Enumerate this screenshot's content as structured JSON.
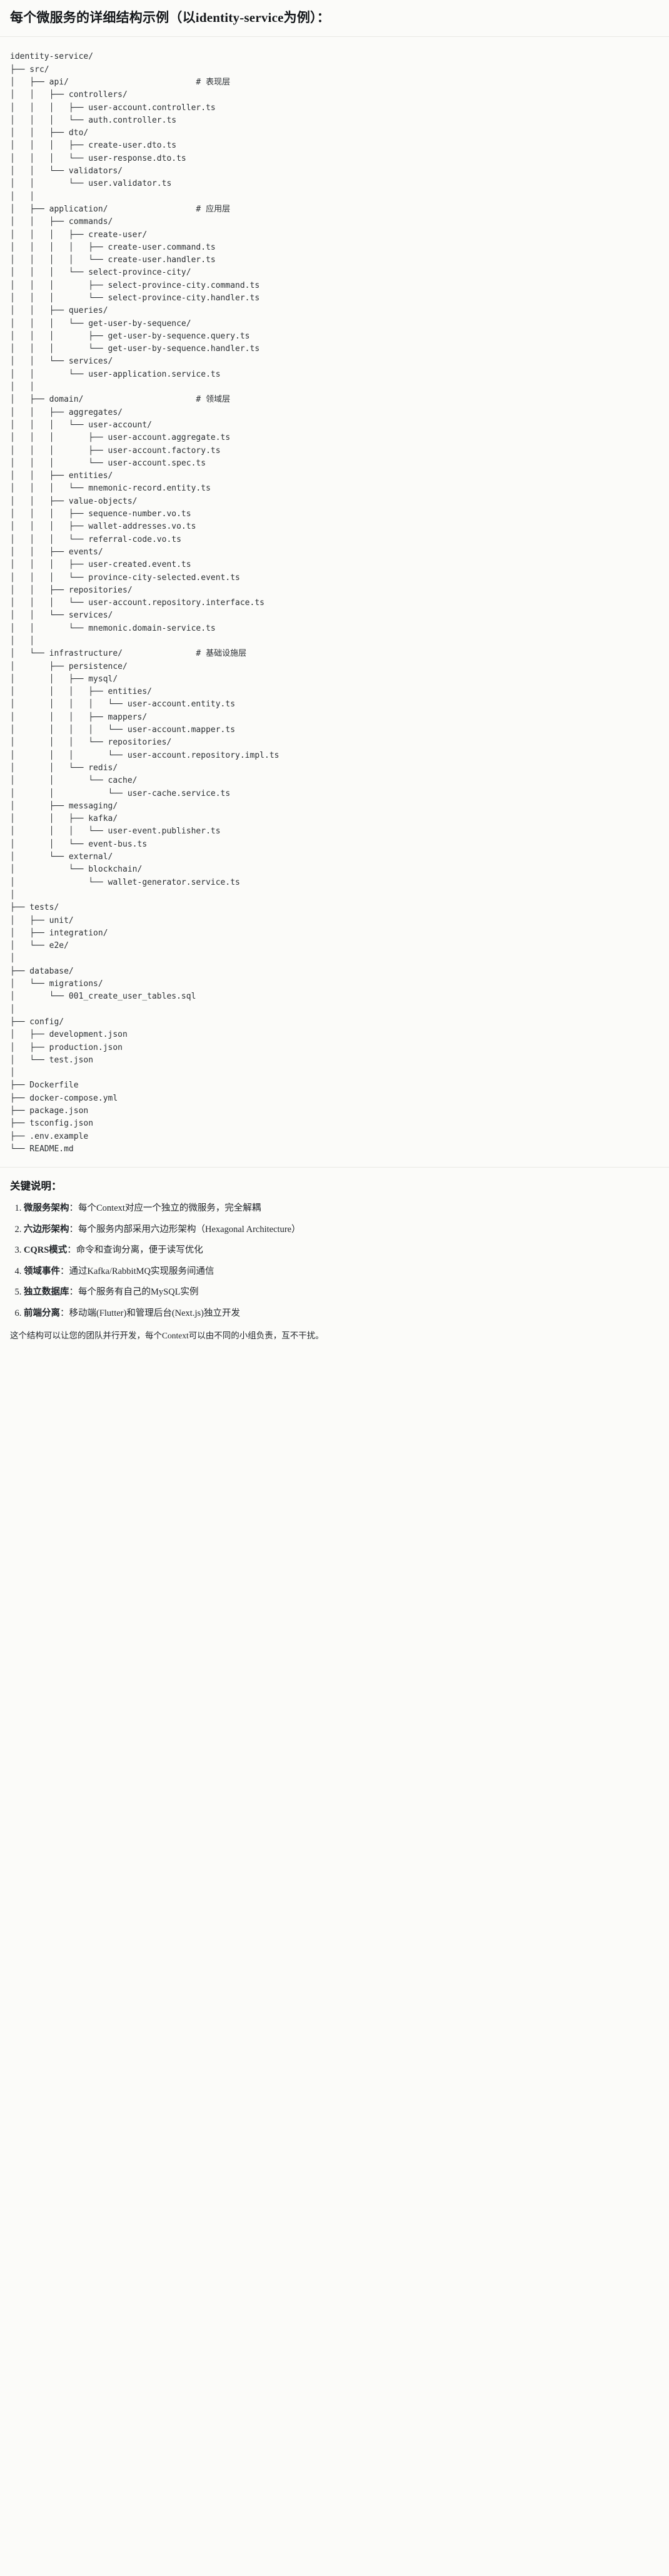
{
  "header": {
    "title": "每个微服务的详细结构示例（以identity-service为例）："
  },
  "tree": {
    "text": "identity-service/\n├── src/\n│   ├── api/                          # 表现层\n│   │   ├── controllers/\n│   │   │   ├── user-account.controller.ts\n│   │   │   └── auth.controller.ts\n│   │   ├── dto/\n│   │   │   ├── create-user.dto.ts\n│   │   │   └── user-response.dto.ts\n│   │   └── validators/\n│   │       └── user.validator.ts\n│   │\n│   ├── application/                  # 应用层\n│   │   ├── commands/\n│   │   │   ├── create-user/\n│   │   │   │   ├── create-user.command.ts\n│   │   │   │   └── create-user.handler.ts\n│   │   │   └── select-province-city/\n│   │   │       ├── select-province-city.command.ts\n│   │   │       └── select-province-city.handler.ts\n│   │   ├── queries/\n│   │   │   └── get-user-by-sequence/\n│   │   │       ├── get-user-by-sequence.query.ts\n│   │   │       └── get-user-by-sequence.handler.ts\n│   │   └── services/\n│   │       └── user-application.service.ts\n│   │\n│   ├── domain/                       # 领域层\n│   │   ├── aggregates/\n│   │   │   └── user-account/\n│   │   │       ├── user-account.aggregate.ts\n│   │   │       ├── user-account.factory.ts\n│   │   │       └── user-account.spec.ts\n│   │   ├── entities/\n│   │   │   └── mnemonic-record.entity.ts\n│   │   ├── value-objects/\n│   │   │   ├── sequence-number.vo.ts\n│   │   │   ├── wallet-addresses.vo.ts\n│   │   │   └── referral-code.vo.ts\n│   │   ├── events/\n│   │   │   ├── user-created.event.ts\n│   │   │   └── province-city-selected.event.ts\n│   │   ├── repositories/\n│   │   │   └── user-account.repository.interface.ts\n│   │   └── services/\n│   │       └── mnemonic.domain-service.ts\n│   │\n│   └── infrastructure/               # 基础设施层\n│       ├── persistence/\n│       │   ├── mysql/\n│       │   │   ├── entities/\n│       │   │   │   └── user-account.entity.ts\n│       │   │   ├── mappers/\n│       │   │   │   └── user-account.mapper.ts\n│       │   │   └── repositories/\n│       │   │       └── user-account.repository.impl.ts\n│       │   └── redis/\n│       │       └── cache/\n│       │           └── user-cache.service.ts\n│       ├── messaging/\n│       │   ├── kafka/\n│       │   │   └── user-event.publisher.ts\n│       │   └── event-bus.ts\n│       └── external/\n│           └── blockchain/\n│               └── wallet-generator.service.ts\n│\n├── tests/\n│   ├── unit/\n│   ├── integration/\n│   └── e2e/\n│\n├── database/\n│   └── migrations/\n│       └── 001_create_user_tables.sql\n│\n├── config/\n│   ├── development.json\n│   ├── production.json\n│   └── test.json\n│\n├── Dockerfile\n├── docker-compose.yml\n├── package.json\n├── tsconfig.json\n├── .env.example\n└── README.md"
  },
  "notes": {
    "heading": "关键说明：",
    "items": [
      {
        "term": "微服务架构",
        "desc": "：每个Context对应一个独立的微服务，完全解耦"
      },
      {
        "term": "六边形架构",
        "desc": "：每个服务内部采用六边形架构（Hexagonal Architecture）"
      },
      {
        "term": "CQRS模式",
        "desc": "：命令和查询分离，便于读写优化"
      },
      {
        "term": "领域事件",
        "desc": "：通过Kafka/RabbitMQ实现服务间通信"
      },
      {
        "term": "独立数据库",
        "desc": "：每个服务有自己的MySQL实例"
      },
      {
        "term": "前端分离",
        "desc": "：移动端(Flutter)和管理后台(Next.js)独立开发"
      }
    ],
    "closing": "这个结构可以让您的团队并行开发，每个Context可以由不同的小组负责，互不干扰。"
  }
}
